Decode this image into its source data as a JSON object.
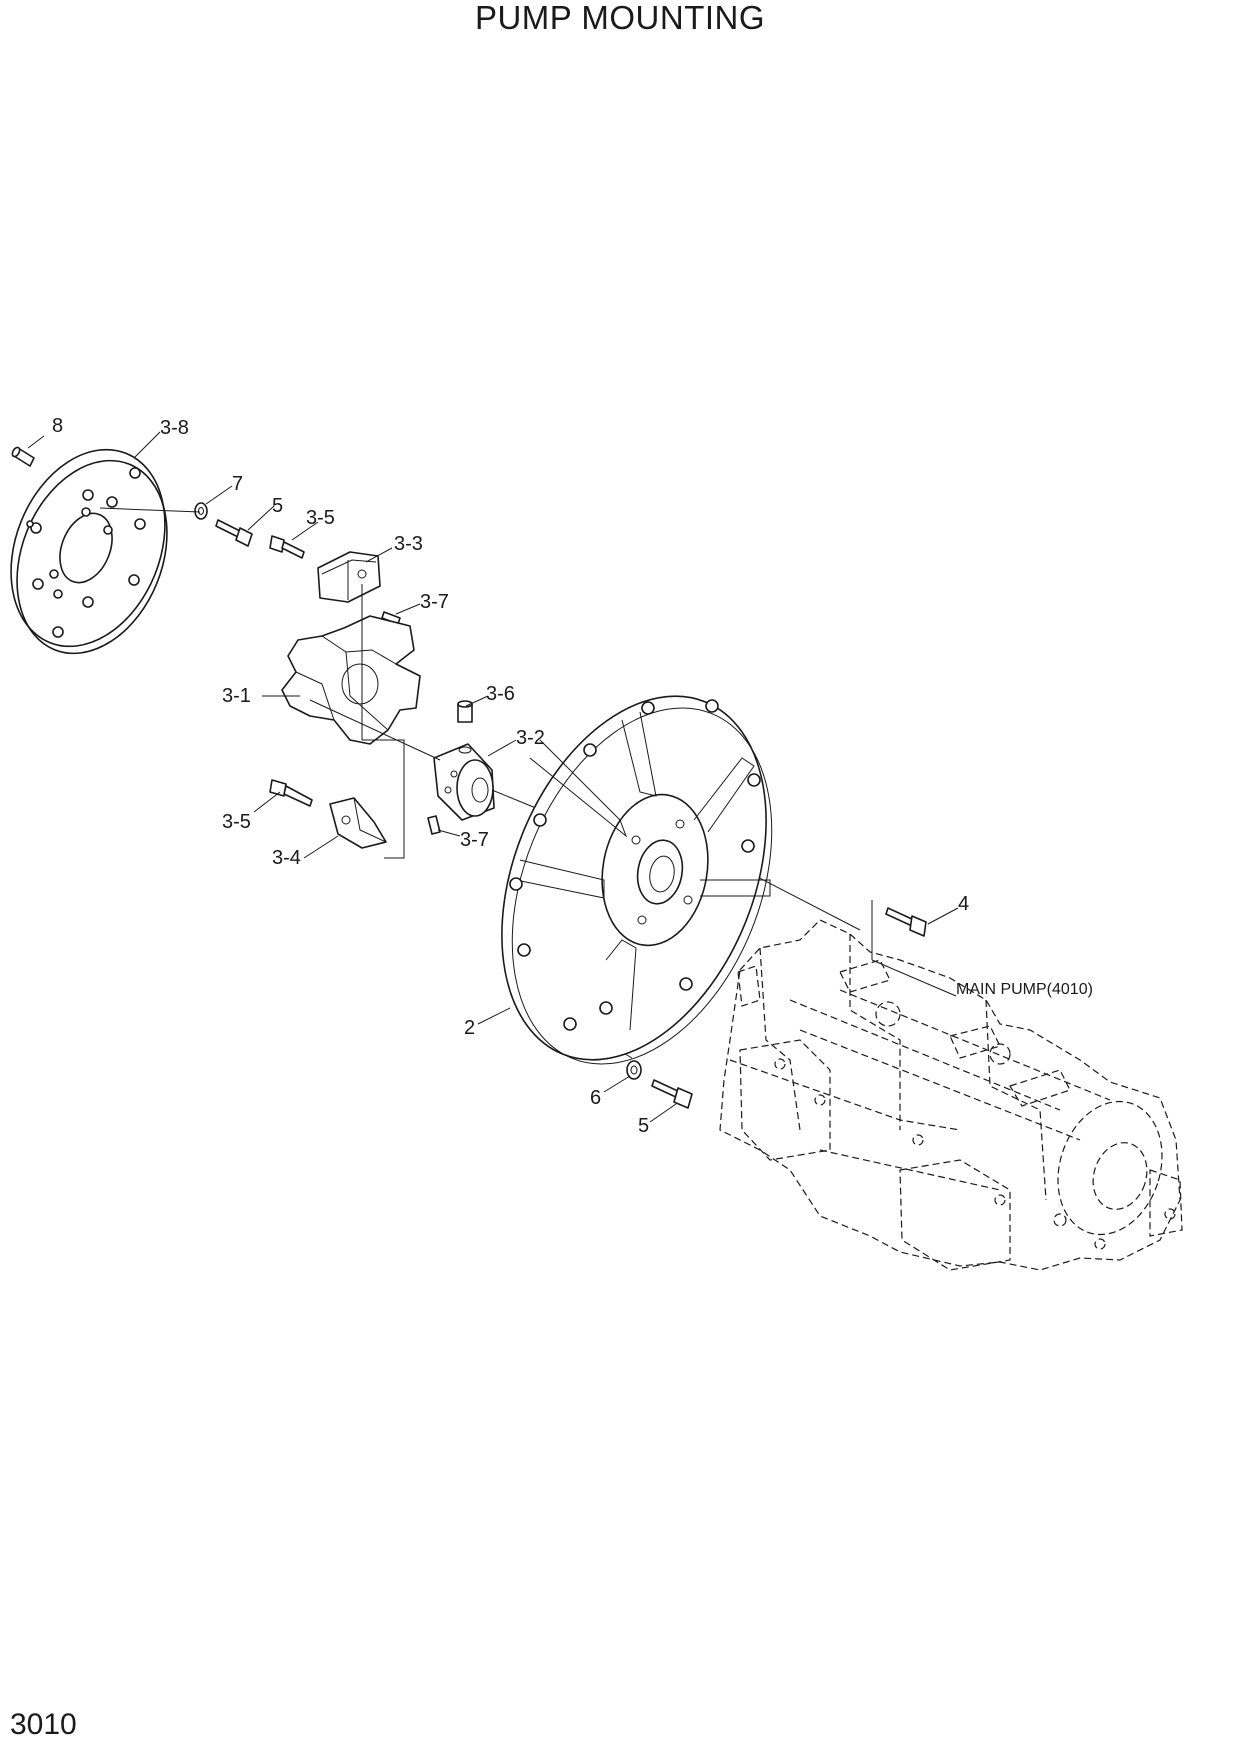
{
  "title": "PUMP MOUNTING",
  "page_number": "3010",
  "callouts": {
    "c8": "8",
    "c3_8": "3-8",
    "c7": "7",
    "c5_top": "5",
    "c3_5_top": "3-5",
    "c3_3": "3-3",
    "c3_7_top": "3-7",
    "c3_1": "3-1",
    "c3_6": "3-6",
    "c3_2": "3-2",
    "c3_5_bot": "3-5",
    "c3_7_bot": "3-7",
    "c3_4": "3-4",
    "c4": "4",
    "c2": "2",
    "c6": "6",
    "c5_bot": "5"
  },
  "main_pump_label": "MAIN PUMP(4010)"
}
